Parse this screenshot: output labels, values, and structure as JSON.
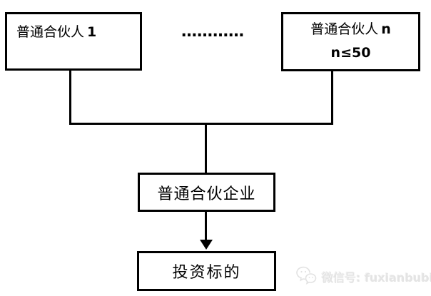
{
  "colors": {
    "line": "#000000",
    "background": "#ffffff",
    "watermark": "#e4e4e4"
  },
  "diagram": {
    "top_left_box": {
      "text": "普通合伙人",
      "number": "1"
    },
    "ellipsis": "…………",
    "top_right_box": {
      "text": "普通合伙人",
      "number": "n",
      "constraint": "n≤50"
    },
    "middle_box": {
      "text": "普通合伙企业"
    },
    "bottom_box": {
      "text": "投资标的"
    }
  },
  "watermark": {
    "icon": "wechat-icon",
    "text": "微信号: fuxianbubin"
  }
}
